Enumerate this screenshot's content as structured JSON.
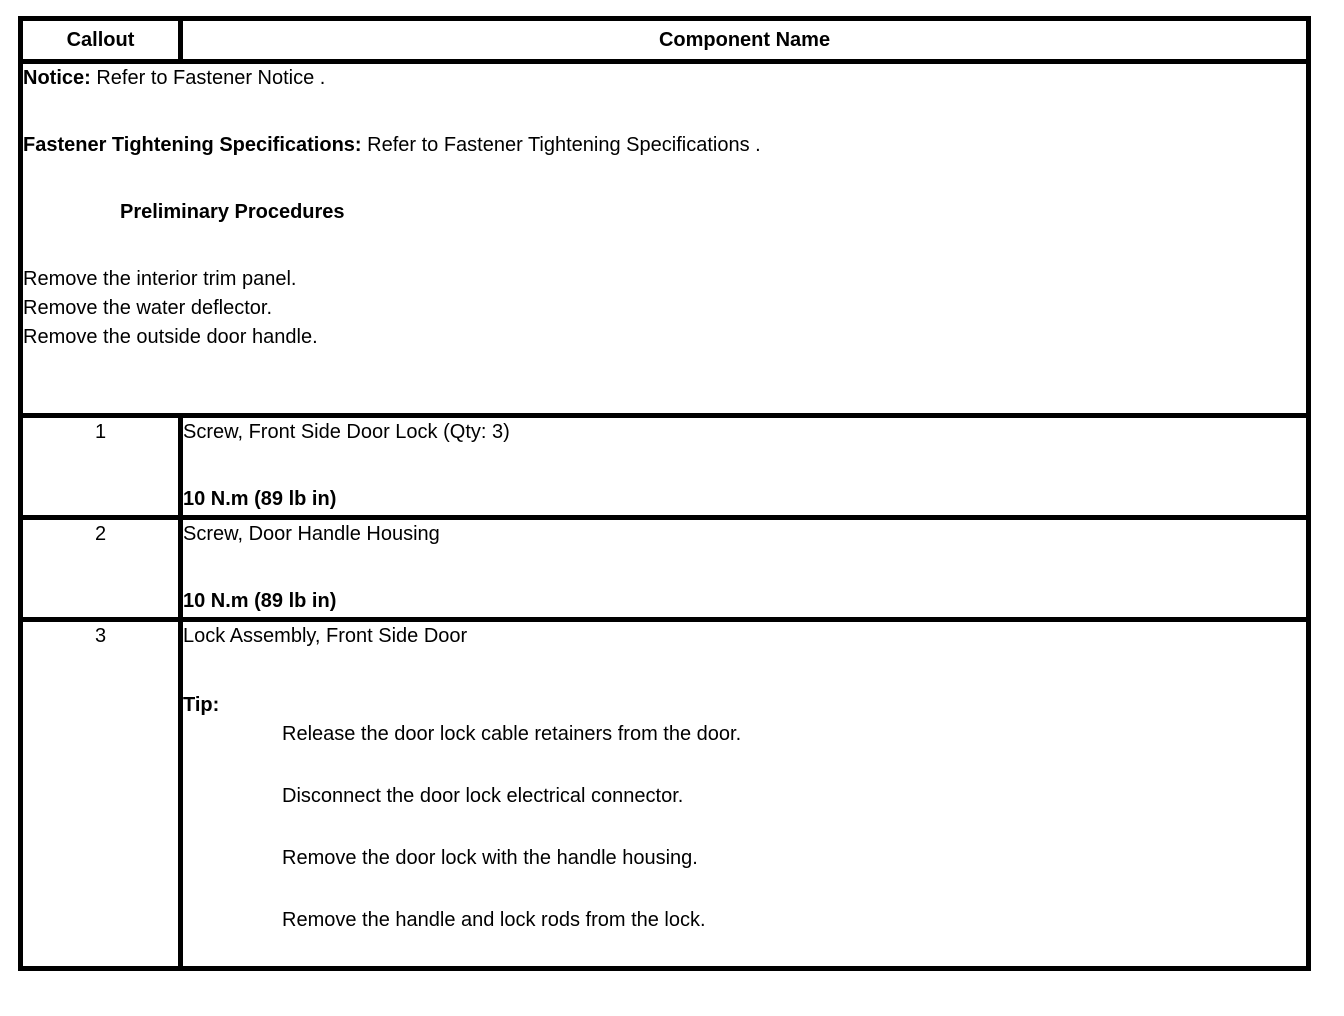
{
  "colors": {
    "border": "#000000",
    "text": "#000000",
    "background": "#ffffff"
  },
  "table": {
    "headers": {
      "callout": "Callout",
      "component": "Component Name"
    },
    "preamble": {
      "notice_label": "Notice:",
      "notice_text": " Refer to Fastener Notice .",
      "fts_label": "Fastener Tightening Specifications:",
      "fts_text": " Refer to Fastener Tightening Specifications .",
      "preliminary_heading": "Preliminary Procedures",
      "preliminary_steps": [
        "Remove the interior trim panel.",
        "Remove the water deflector.",
        "Remove the outside door handle."
      ]
    },
    "rows": [
      {
        "callout": "1",
        "name": "Screw, Front Side Door Lock (Qty: 3)",
        "torque": "10 N.m (89 lb in)"
      },
      {
        "callout": "2",
        "name": "Screw, Door Handle Housing",
        "torque": "10 N.m (89 lb in)"
      },
      {
        "callout": "3",
        "name": "Lock Assembly, Front Side Door",
        "tip_label": "Tip:",
        "tip_steps": [
          "Release the door lock cable retainers from the door.",
          "Disconnect the door lock electrical connector.",
          "Remove the door lock with the handle housing.",
          "Remove the handle and lock rods from the lock."
        ]
      }
    ]
  }
}
